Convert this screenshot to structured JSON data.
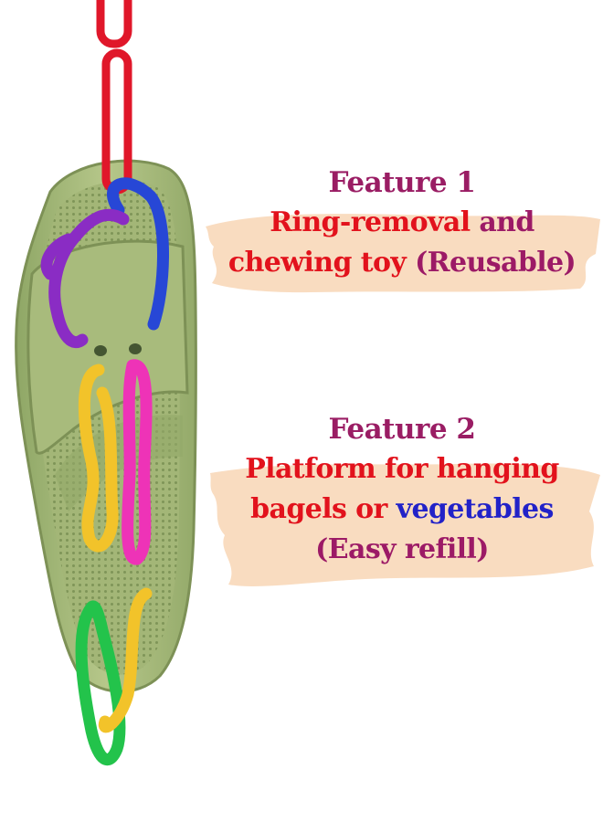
{
  "colors": {
    "title_magenta": "#9a1d64",
    "text_red": "#e2121c",
    "text_blue": "#2222c8",
    "brush_peach": "#f9dcc0",
    "toy_green": "#a5b878"
  },
  "features": {
    "feature_1": {
      "title": "Feature 1",
      "line1_a": "Ring-removal",
      "line1_b": " and",
      "line2_a": "chewing toy",
      "line2_b": " (Reusable)"
    },
    "feature_2": {
      "title": "Feature 2",
      "line1": "Platform for hanging",
      "line2_a": "bagels or",
      "line2_b": " vegetables",
      "line3": "(Easy refill)"
    }
  },
  "image": {
    "subject": "parrot-toy-sandal-icon"
  }
}
